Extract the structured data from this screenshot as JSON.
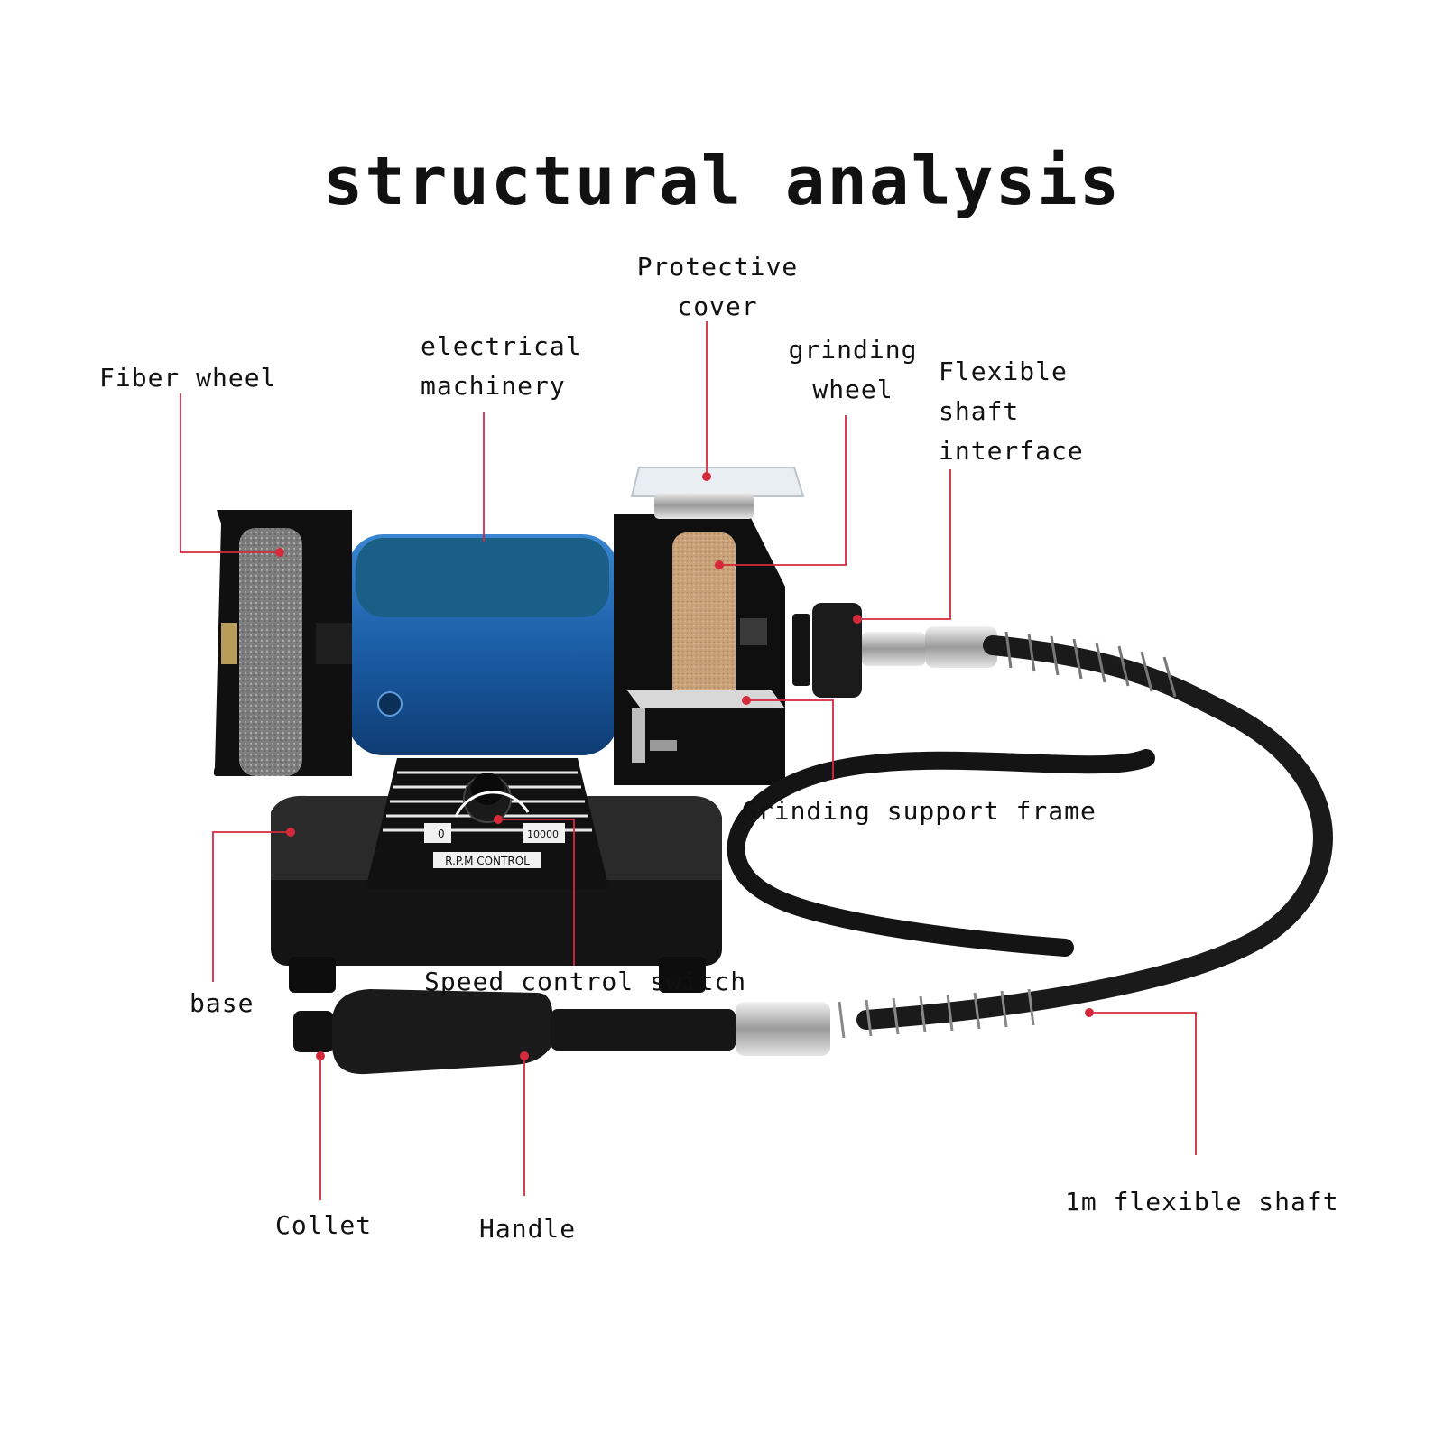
{
  "title": "structural analysis",
  "labels": {
    "fiber_wheel": "Fiber wheel",
    "electrical_machinery": [
      "electrical",
      "machinery"
    ],
    "protective_cover": [
      "Protective",
      "cover"
    ],
    "grinding_wheel": [
      "grinding",
      "wheel"
    ],
    "flexible_shaft_interface": [
      "Flexible",
      "shaft",
      "interface"
    ],
    "grinding_support_frame": "Grinding support frame",
    "base": "base",
    "speed_control_switch": "Speed control switch",
    "collet": "Collet",
    "handle": "Handle",
    "flexible_shaft": "1m flexible shaft"
  },
  "control_panel": {
    "min": "0",
    "max": "10000",
    "caption": "R.P.M CONTROL"
  },
  "colors": {
    "motor": "#1b5fa8",
    "redacted_patch": "#1a5f86",
    "leader_line": "#d42a3c",
    "body": "#111111",
    "grinding_wheel": "#c9a27a",
    "fiber_wheel": "#8a8a8a"
  }
}
